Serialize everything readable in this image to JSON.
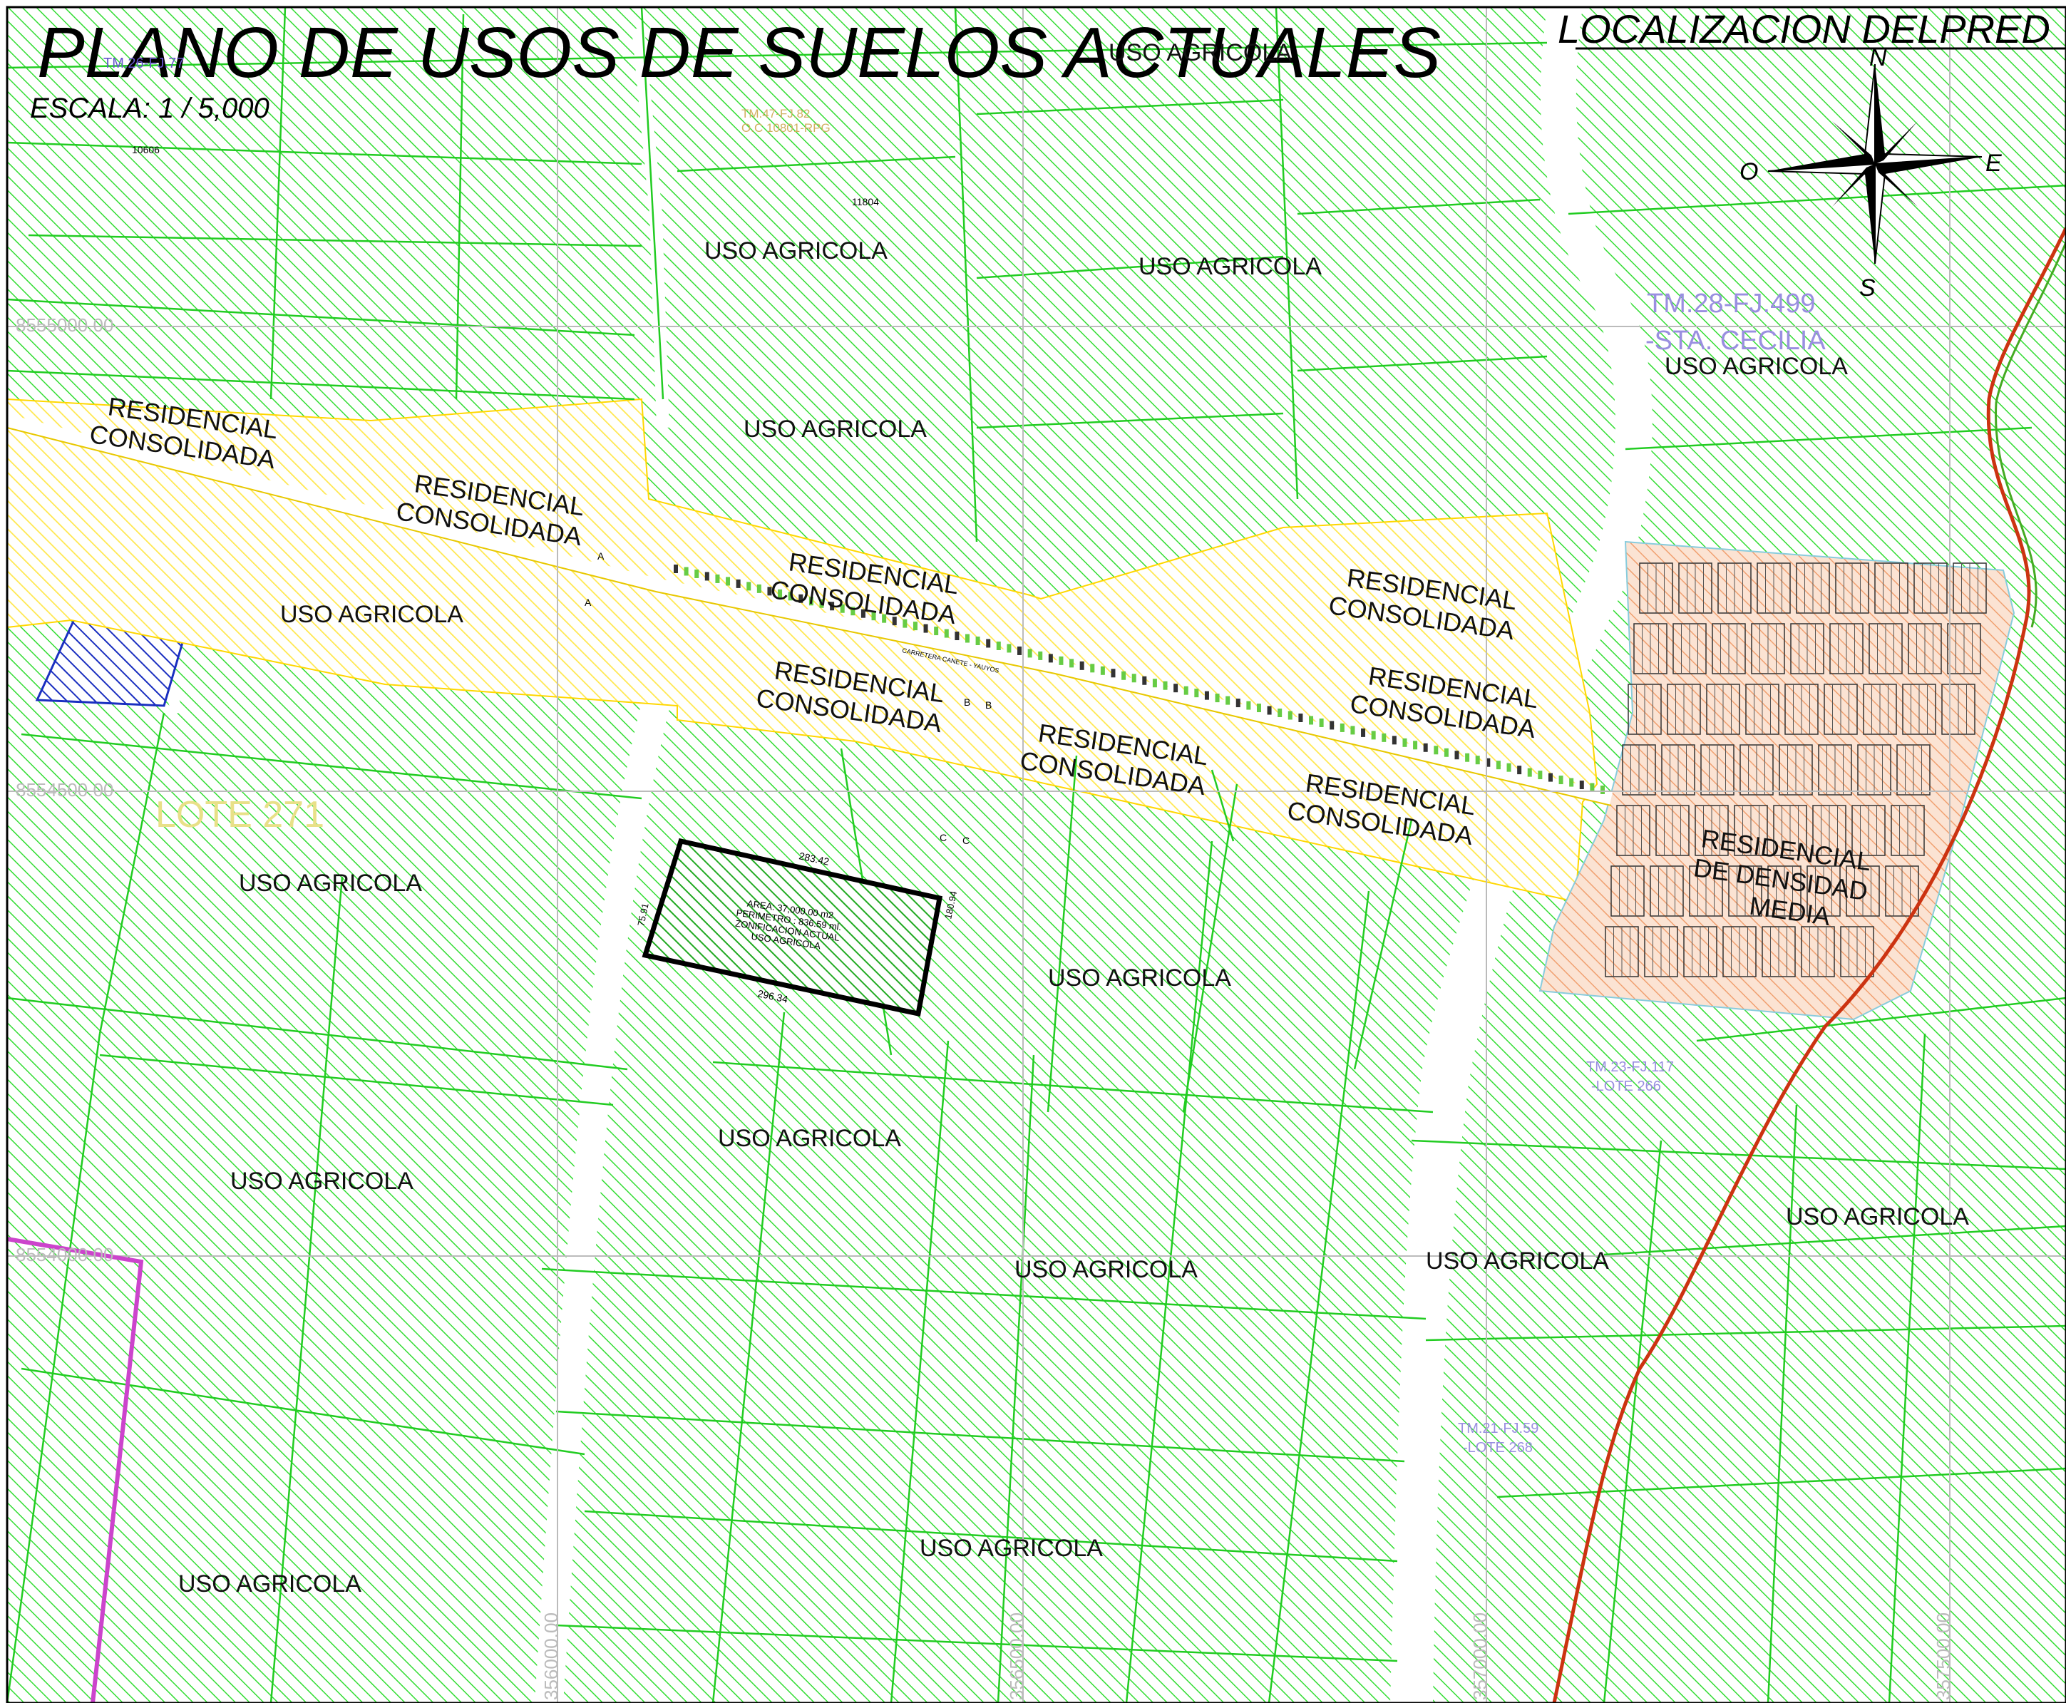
{
  "title": "PLANO  DE USOS DE SUELOS ACTUALES",
  "scale": "ESCALA: 1 / 5,000",
  "locator_title": "LOCALIZACION DELPRED",
  "compass": {
    "north": "N",
    "south": "S",
    "east": "E",
    "west": "O"
  },
  "colors": {
    "agricultural": "#33dd33",
    "residential_consolidated": "#ffe84d",
    "residential_medium": "#f0a070",
    "river": "#ffffff",
    "water_body": "#1a2fc0",
    "boundary_red": "#cc3311",
    "boundary_magenta": "#cc44cc",
    "property_outline": "#000000",
    "grid": "#bbbbbb"
  },
  "zones": {
    "agricultural_label": "USO AGRICOLA",
    "residential_consolidated_label": [
      "RESIDENCIAL",
      "CONSOLIDADA"
    ],
    "residential_medium_label": [
      "RESIDENCIAL",
      "DE DENSIDAD",
      "MEDIA"
    ]
  },
  "property": {
    "area": "AREA: 37,000.00 m2",
    "perimeter": "PERIMETRO : 836.59 ml.",
    "zoning_title": "ZONIFICACION ACTUAL",
    "zoning_value": "USO AGRICOLA",
    "side_top": "283.42",
    "side_bottom": "296.34",
    "side_left": "75.91",
    "side_right": "180.94"
  },
  "road_label": "CARRETERA CANETE - YAUYOS",
  "section_marks": [
    "A",
    "A",
    "B",
    "B",
    "C",
    "C"
  ],
  "annotations": {
    "tm28": "TM.28-FJ.499",
    "sta_cecilia": "-STA. CECILIA",
    "tm23": "TM.23-FJ.117",
    "lote266": "-LOTE 266",
    "tm21": "TM.21-FJ.59",
    "lote268": "-LOTE 268",
    "lote271": "LOTE 271",
    "tm_top": "TM.47-FJ.82",
    "oc_top": "O.C 10801-RPG",
    "tm_topleft": "TM.26-FJ.77",
    "parcel_10606": "10606",
    "parcel_11804": "11804"
  },
  "grid_labels": {
    "n8555000": "8555000.00",
    "n8554500": "8554500.00",
    "n8554000": "8554000.00",
    "e356000": "356000.00",
    "e356500": "356500.00",
    "e357000": "357000.00",
    "e357500": "357500.00"
  }
}
